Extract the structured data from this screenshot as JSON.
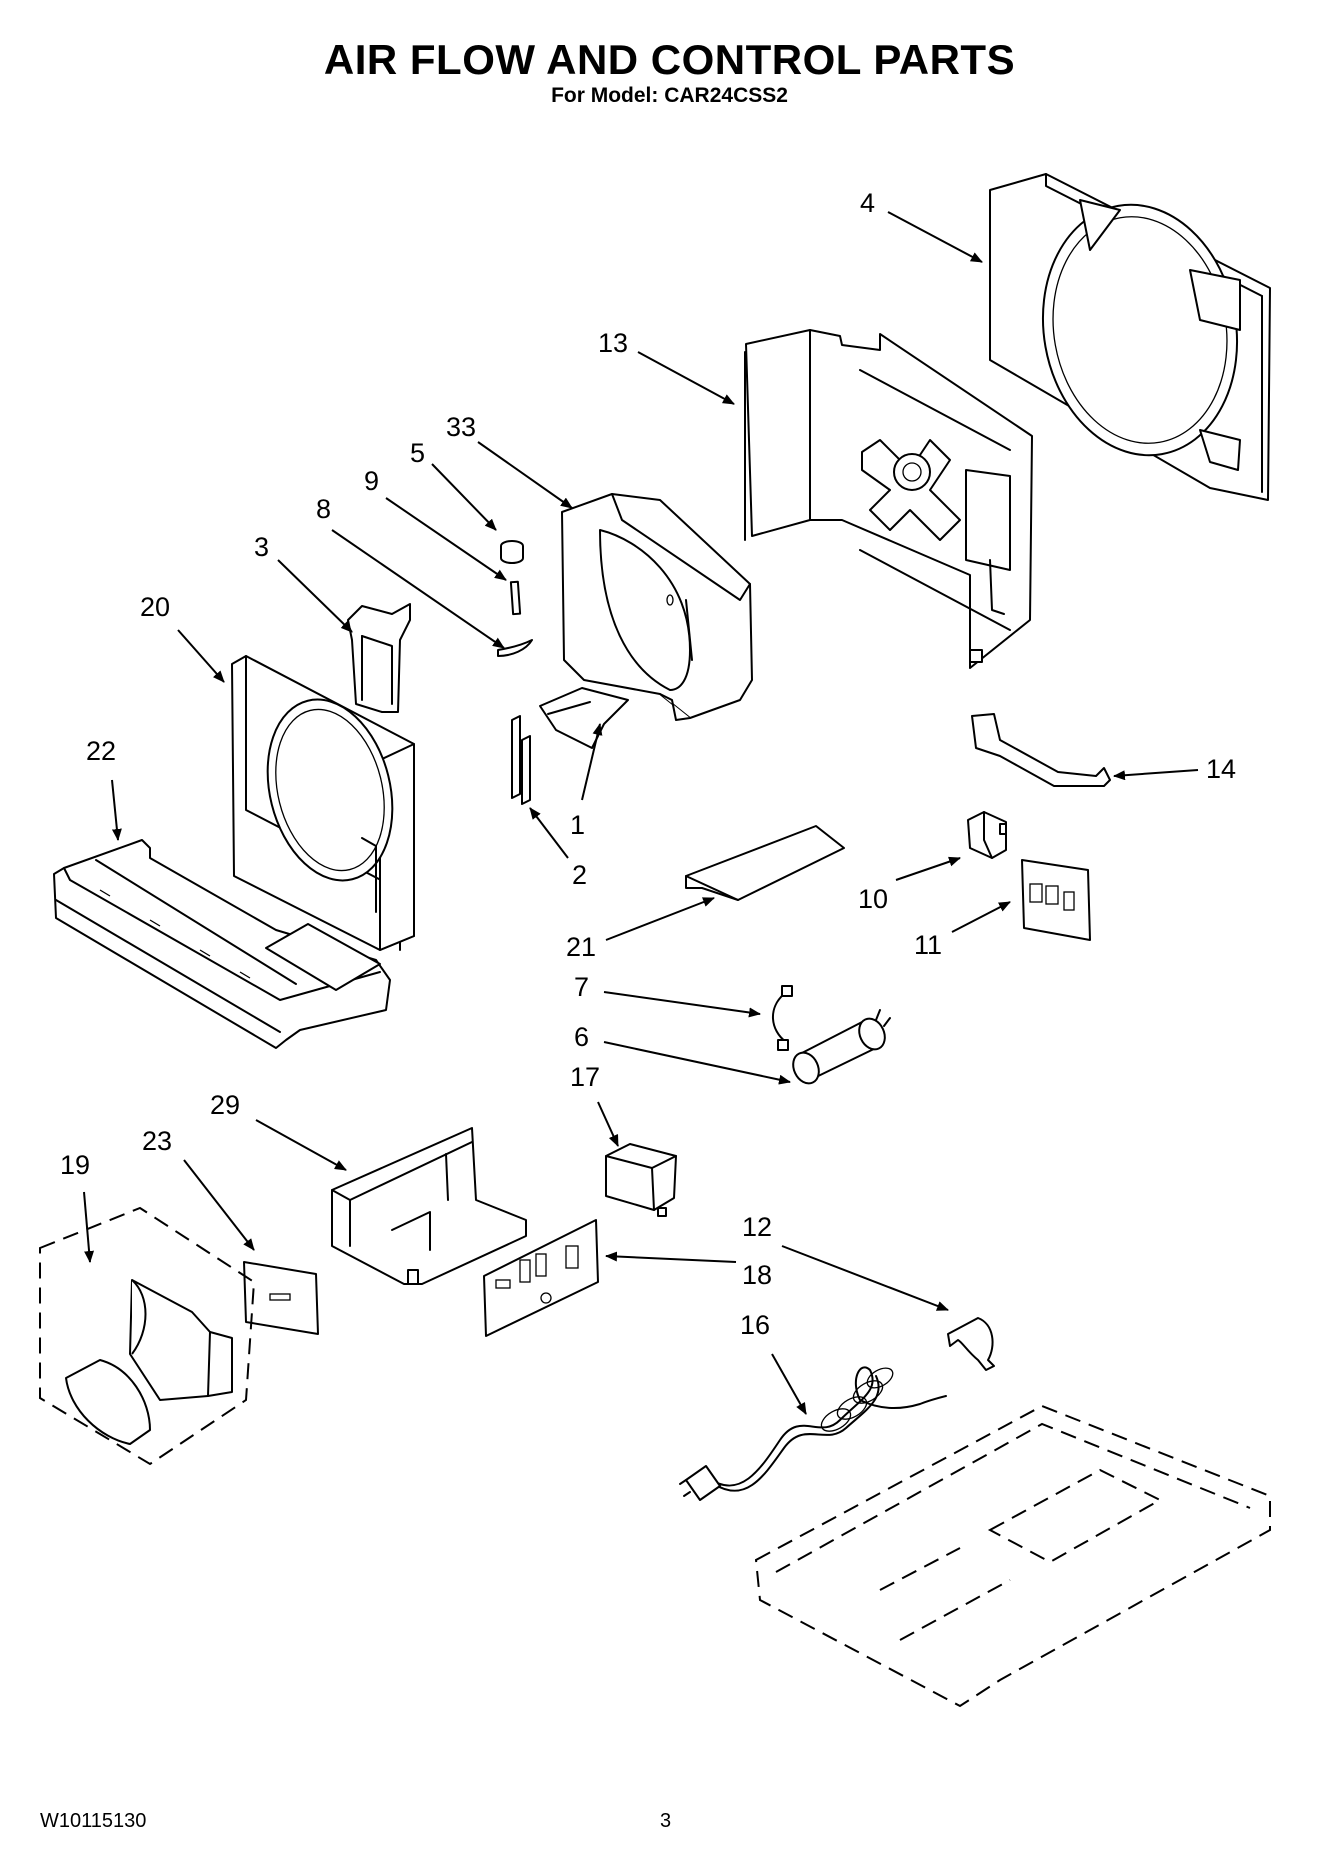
{
  "header": {
    "title": "AIR FLOW AND CONTROL PARTS",
    "subtitle": "For Model: CAR24CSS2"
  },
  "footer": {
    "doc_number": "W10115130",
    "page_number": "3"
  },
  "callouts": [
    "1",
    "2",
    "3",
    "4",
    "5",
    "6",
    "7",
    "8",
    "9",
    "10",
    "11",
    "12",
    "13",
    "14",
    "16",
    "17",
    "18",
    "19",
    "20",
    "21",
    "22",
    "23",
    "29",
    "33"
  ]
}
